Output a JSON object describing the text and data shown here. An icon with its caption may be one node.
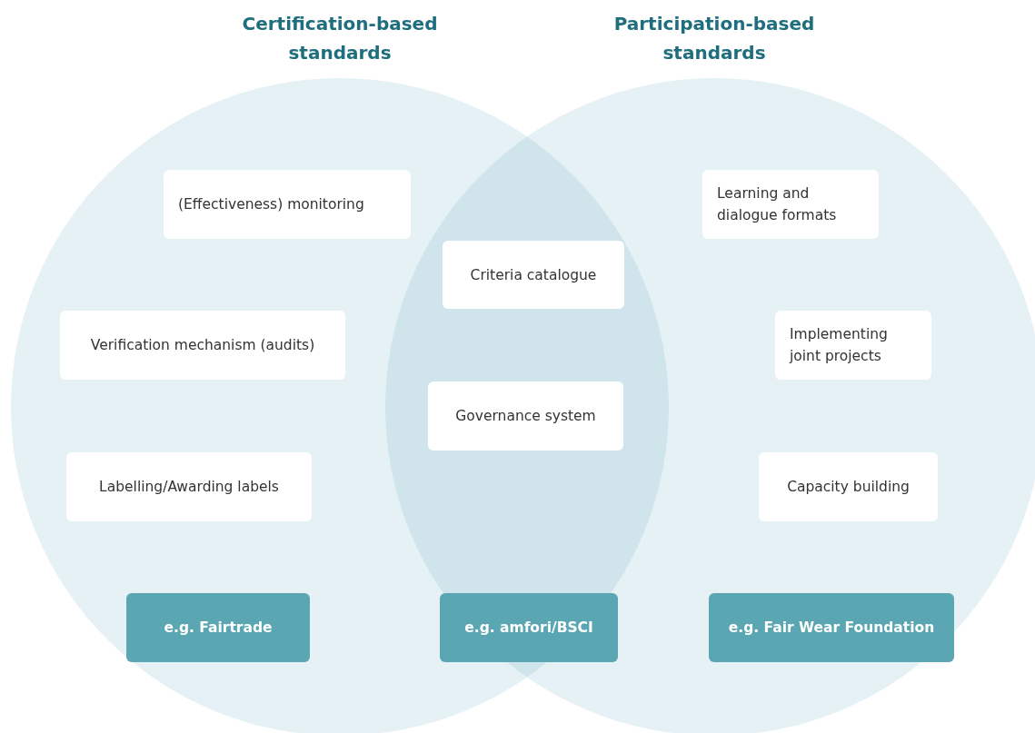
{
  "diagram": {
    "nodes": [
      {
        "text": [
          "Certification-based standards"
        ]
      },
      {
        "text": [
          "Participation-based standards"
        ]
      },
      {
        "text": [
          "(Effectiveness) monitoring"
        ],
        "in": 0
      },
      {
        "text": [
          "Learning and dialogue formats"
        ],
        "in": 1
      },
      {
        "text": [
          "Criteria catalogue"
        ]
      },
      {
        "text": [
          "Verification mechanism (audits)"
        ],
        "in": 0
      },
      {
        "text": [
          "Implementing joint projects"
        ],
        "in": 1
      },
      {
        "text": [
          "Governance system"
        ]
      },
      {
        "text": [
          "Labelling/Awarding labels"
        ],
        "in": 0
      },
      {
        "text": [
          "Capacity building"
        ],
        "in": 1
      },
      {
        "text": [
          "e.g. Fairtrade"
        ],
        "in": 0
      },
      {
        "text": [
          "e.g. amfori/BSCI"
        ]
      },
      {
        "text": [
          "e.g. Fair Wear Foundation"
        ],
        "in": 1
      }
    ]
  }
}
